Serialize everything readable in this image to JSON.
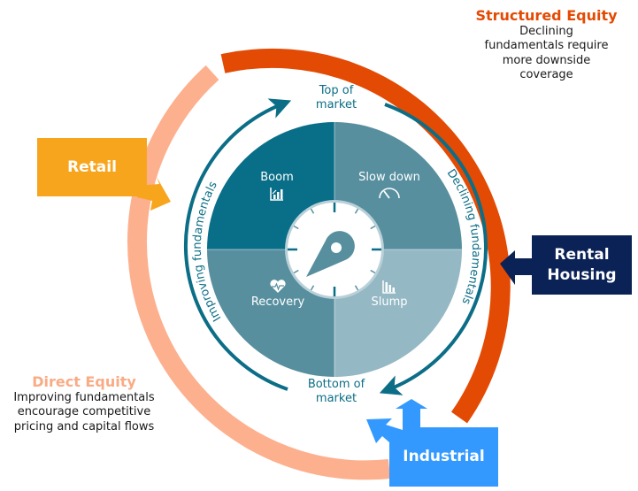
{
  "structured_equity": {
    "title": "Structured Equity",
    "description": "Declining fundamentals require more downside coverage"
  },
  "direct_equity": {
    "title": "Direct Equity",
    "description": "Improving fundamentals encourage competitive pricing and capital flows"
  },
  "markers": {
    "top": "Top of market",
    "bottom": "Bottom of market"
  },
  "arcs": {
    "left": "Improving fundamentals",
    "right": "Declining fundamentals"
  },
  "quadrants": [
    {
      "label": "Boom",
      "icon": "bar-chart-up-icon",
      "color": "#096e88"
    },
    {
      "label": "Slow down",
      "icon": "speedometer-icon",
      "color": "#578f9f"
    },
    {
      "label": "Slump",
      "icon": "bar-chart-down-icon",
      "color": "#94b8c4"
    },
    {
      "label": "Recovery",
      "icon": "heart-pulse-icon",
      "color": "#578f9f"
    }
  ],
  "sectors": {
    "retail": {
      "label": "Retail",
      "color": "#f8a51e"
    },
    "rental_housing": {
      "label": "Rental Housing",
      "color": "#0b2257"
    },
    "industrial": {
      "label": "Industrial",
      "color": "#3399ff"
    }
  },
  "colors": {
    "structured_ring": "#e34a04",
    "direct_ring": "#fdb08e",
    "teal": "#0b6e86"
  }
}
